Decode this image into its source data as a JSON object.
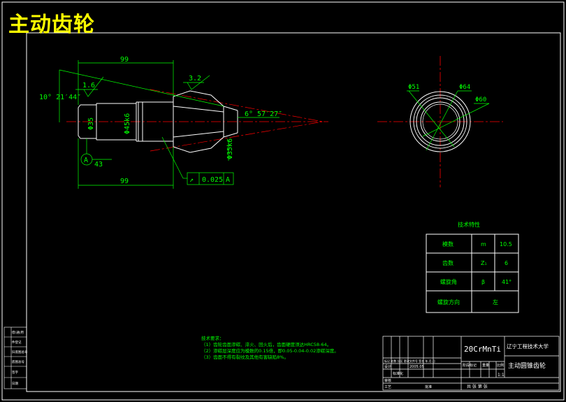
{
  "title": "主动齿轮",
  "dimensions": {
    "top_length": "99",
    "bottom_length": "99",
    "taper_angle": "10° 21′44″",
    "surface_finish_1": "1.6",
    "surface_finish_2": "3.2",
    "dia_left": "Φ35",
    "dia_mid": "Φ45k6",
    "dia_right": "Φ35k6",
    "cone_angle": "6° 57′27″",
    "datum_label": "A",
    "datum_offset": "43",
    "tolerance_symbol": "↗",
    "tolerance_value": "0.025",
    "tolerance_datum": "A",
    "end_dia_1": "Φ51",
    "end_dia_2": "Φ64",
    "end_dia_3": "Φ60"
  },
  "tech_table": {
    "title": "技术特性",
    "rows": [
      {
        "name": "模数",
        "symbol": "m",
        "value": "10.5"
      },
      {
        "name": "齿数",
        "symbol": "Z₁",
        "value": "6"
      },
      {
        "name": "螺旋角",
        "symbol": "β",
        "value": "41°"
      },
      {
        "name": "螺旋方向",
        "symbol": "",
        "value": "左"
      }
    ]
  },
  "notes": {
    "heading": "技术要求：",
    "items": [
      "（1）齿轮齿面渗碳、淬火、回火后，齿面硬度须达HRC58-64。",
      "（2）渗碳层深度应为模数的0.15倍，即0.05-0.04-0.02渗碳深度。",
      "（3）齿面不得有裂纹及其他有害缺陷8%。"
    ]
  },
  "title_block": {
    "material": "20CrMnTi",
    "school": "辽宁工程技术大学",
    "part_name": "主动圆锥齿轮",
    "scale": "1:1",
    "label_designer": "设计",
    "label_standard": "标准化",
    "label_check": "审核",
    "label_process": "工艺",
    "label_approve": "批准",
    "label_stage": "阶段标记",
    "label_weight": "重量",
    "label_ratio": "比例",
    "bottom_left": "共   张   第   张",
    "row_marks": "标记  处数  分区  更改文件号  签名  年.月.日",
    "designer_row": "2005.05"
  },
  "side_block": {
    "items": [
      "借(通)用",
      "件登记",
      "旧底图总号",
      "底图总号",
      "签字",
      "日期"
    ]
  }
}
